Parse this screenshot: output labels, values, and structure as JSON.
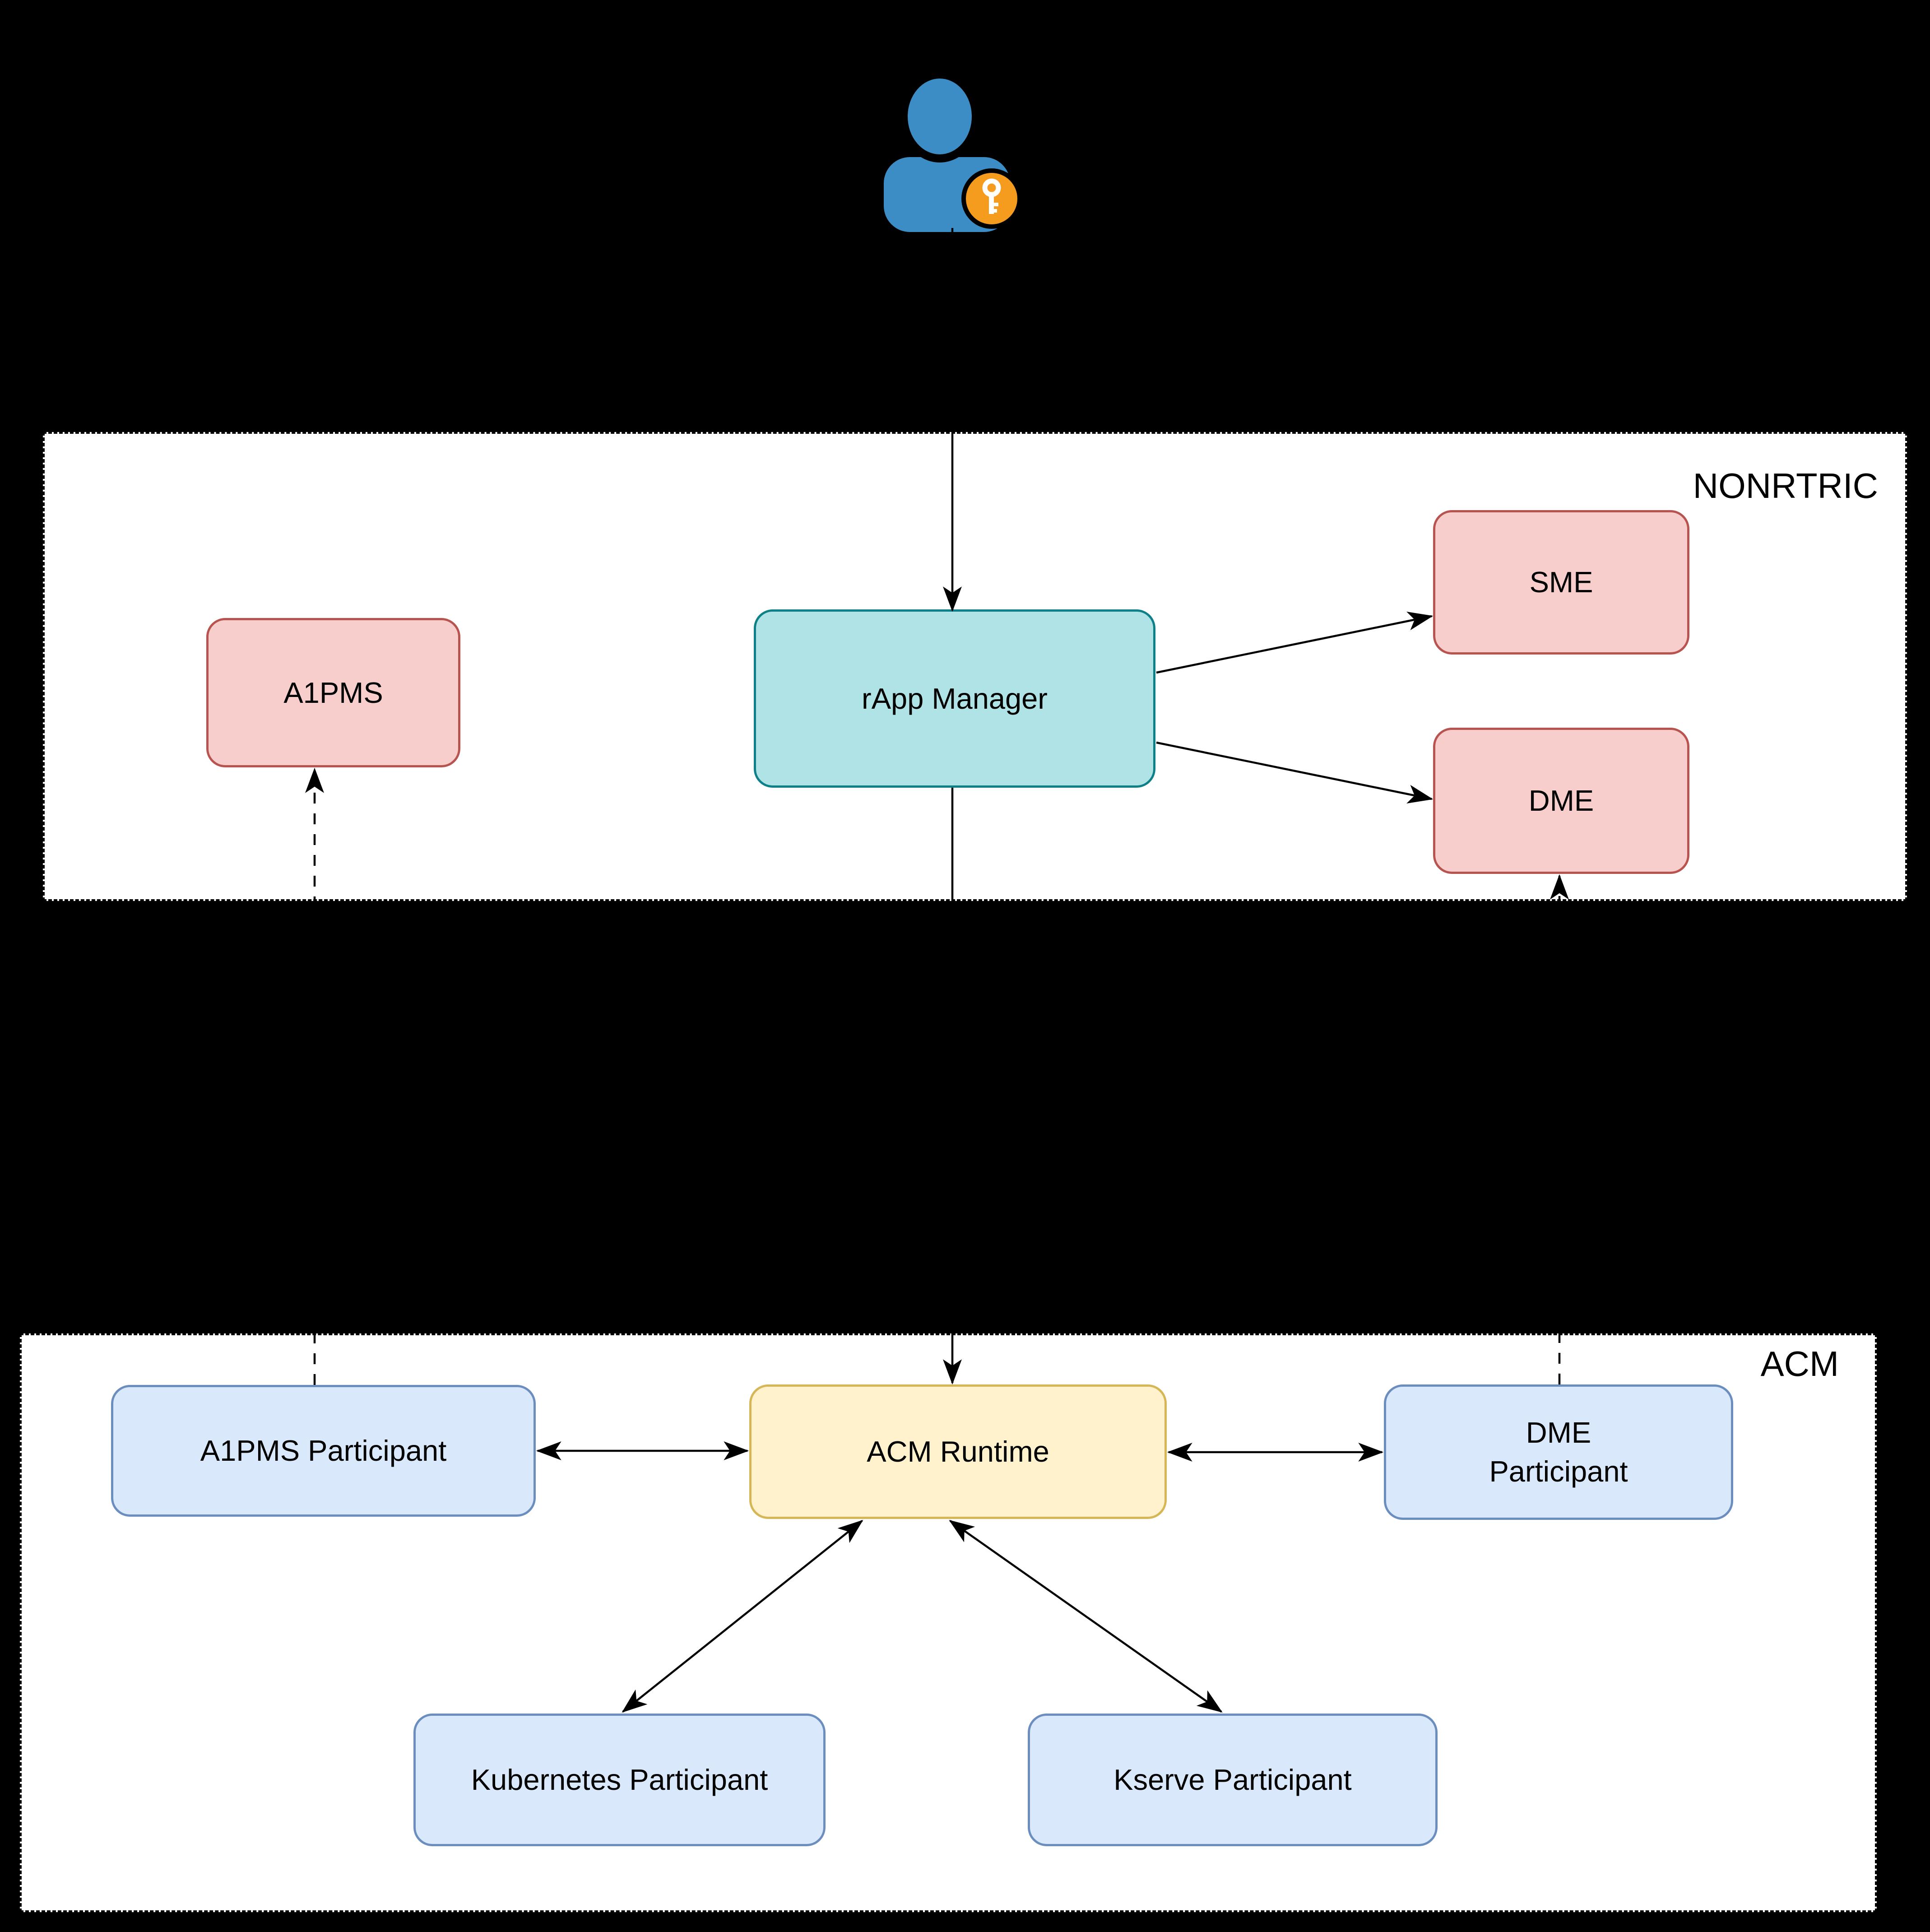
{
  "containers": {
    "nonrtric": {
      "label": "NONRTRIC",
      "fill": "#ffffff",
      "border_color": "#000000",
      "border_style": "dashed"
    },
    "acm": {
      "label": "ACM",
      "fill": "#ffffff",
      "border_color": "#000000",
      "border_style": "dashed"
    }
  },
  "nodes": {
    "a1pms": {
      "label": "A1PMS",
      "fill": "#f8cecc",
      "stroke": "#b85450",
      "container": "NONRTRIC"
    },
    "rapp_manager": {
      "label": "rApp Manager",
      "fill": "#b0e3e6",
      "stroke": "#0e8088",
      "container": "NONRTRIC"
    },
    "sme": {
      "label": "SME",
      "fill": "#f8cecc",
      "stroke": "#b85450",
      "container": "NONRTRIC"
    },
    "dme": {
      "label": "DME",
      "fill": "#f8cecc",
      "stroke": "#b85450",
      "container": "NONRTRIC"
    },
    "a1pms_participant": {
      "label": "A1PMS Participant",
      "fill": "#dae8fc",
      "stroke": "#6c8ebf",
      "container": "ACM"
    },
    "acm_runtime": {
      "label": "ACM Runtime",
      "fill": "#fff2cc",
      "stroke": "#d6b656",
      "container": "ACM"
    },
    "dme_participant": {
      "label": "DME Participant",
      "label_line1": "DME",
      "label_line2": "Participant",
      "fill": "#dae8fc",
      "stroke": "#6c8ebf",
      "container": "ACM"
    },
    "kubernetes_participant": {
      "label": "Kubernetes Participant",
      "fill": "#dae8fc",
      "stroke": "#6c8ebf",
      "container": "ACM"
    },
    "kserve_participant": {
      "label": "Kserve Participant",
      "fill": "#dae8fc",
      "stroke": "#6c8ebf",
      "container": "ACM"
    }
  },
  "user_icon": {
    "name": "user-with-key-icon",
    "person_color": "#3c8dc5",
    "key_badge_color": "#f59c1f",
    "key_glyph_color": "#ffffff"
  },
  "edges": [
    {
      "from": "user",
      "to": "rapp_manager",
      "style": "solid",
      "arrows": "end"
    },
    {
      "from": "rapp_manager",
      "to": "sme",
      "style": "solid",
      "arrows": "end"
    },
    {
      "from": "rapp_manager",
      "to": "dme",
      "style": "solid",
      "arrows": "end"
    },
    {
      "from": "rapp_manager",
      "to": "acm_runtime",
      "style": "solid",
      "arrows": "end"
    },
    {
      "from": "a1pms_participant",
      "to": "a1pms",
      "style": "dashed",
      "arrows": "end"
    },
    {
      "from": "dme_participant",
      "to": "dme",
      "style": "dashed",
      "arrows": "end"
    },
    {
      "from": "acm_runtime",
      "to": "a1pms_participant",
      "style": "solid",
      "arrows": "both"
    },
    {
      "from": "acm_runtime",
      "to": "dme_participant",
      "style": "solid",
      "arrows": "both"
    },
    {
      "from": "acm_runtime",
      "to": "kubernetes_participant",
      "style": "solid",
      "arrows": "both"
    },
    {
      "from": "acm_runtime",
      "to": "kserve_participant",
      "style": "solid",
      "arrows": "both"
    }
  ],
  "edge_color": "#000000",
  "canvas_background": "#000000"
}
